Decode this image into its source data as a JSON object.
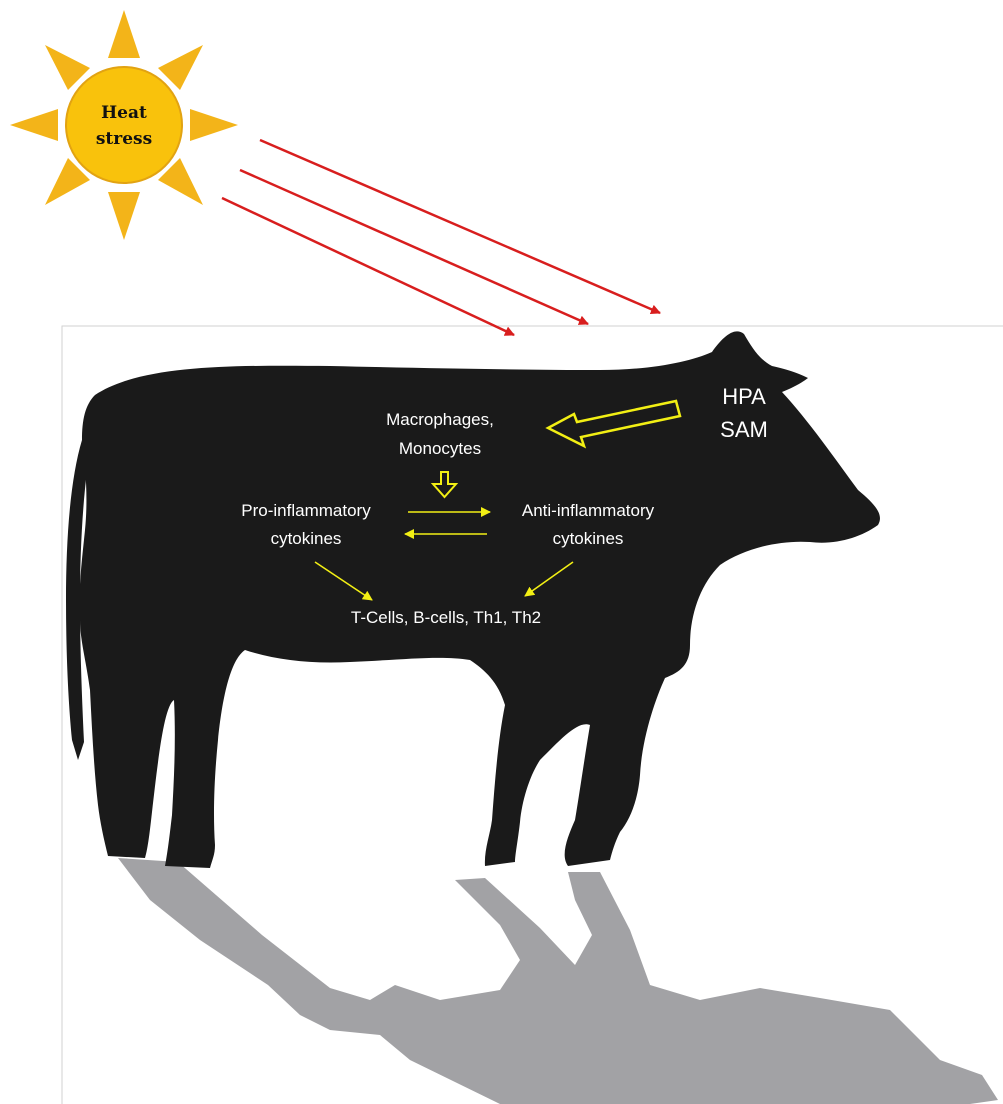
{
  "sun": {
    "line1": "Heat",
    "line2": "stress"
  },
  "labels": {
    "hpa": "HPA",
    "sam": "SAM",
    "macro_line1": "Macrophages,",
    "macro_line2": "Monocytes",
    "pro_line1": "Pro-inflammatory",
    "pro_line2": "cytokines",
    "anti_line1": "Anti-inflammatory",
    "anti_line2": "cytokines",
    "cells": "T-Cells, B-cells, Th1, Th2"
  },
  "colors": {
    "sun_fill": "#f9c20c",
    "sun_rays": "#f3b419",
    "heat_arrows": "#d81e1e",
    "flow_arrows": "#f2ef14",
    "cow": "#1a1a1a",
    "shadow": "#a2a2a5",
    "frame": "#d2d2d2",
    "label_text": "#ffffff"
  },
  "icons": {
    "sun": "sun-icon",
    "cow": "cow-silhouette",
    "shadow": "cow-shadow"
  }
}
